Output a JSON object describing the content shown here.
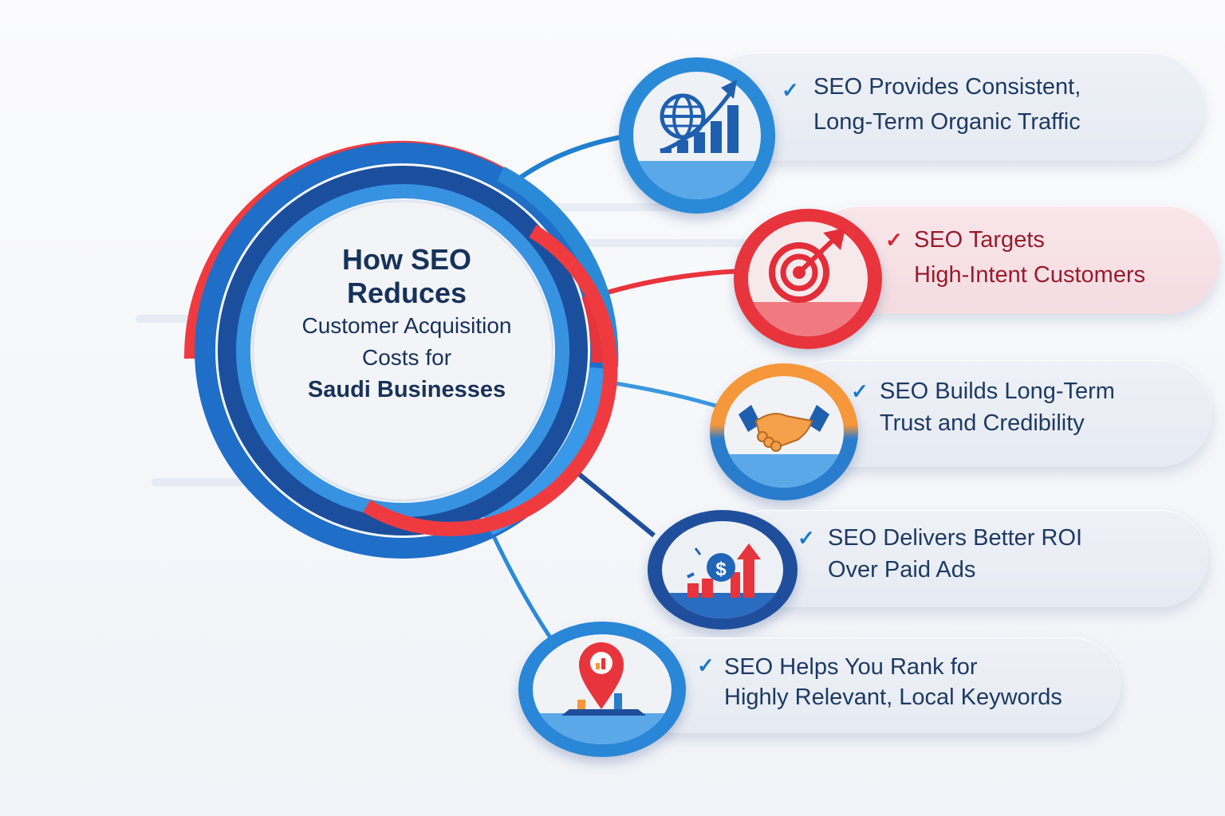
{
  "hub": {
    "title_line1": "How SEO",
    "title_line2": "Reduces",
    "subtitle_line1": "Customer Acquisition",
    "subtitle_line2": "Costs for",
    "subtitle_line3": "Saudi Businesses"
  },
  "items": [
    {
      "line1": "SEO Provides Consistent,",
      "line2": "Long-Term Organic Traffic",
      "icon": "globe-growth-chart-icon",
      "accent": "#2a8ad8",
      "check": "✓"
    },
    {
      "line1": "SEO Targets",
      "line2": "High-Intent Customers",
      "icon": "target-arrow-icon",
      "accent": "#e8343c",
      "check": "✓"
    },
    {
      "line1": "SEO Builds Long-Term",
      "line2": "Trust and Credibility",
      "icon": "handshake-icon",
      "accent": "#f5973a",
      "check": "✓"
    },
    {
      "line1": "SEO Delivers Better ROI",
      "line2": "Over Paid Ads",
      "icon": "dollar-roi-chart-icon",
      "accent": "#1f4f9c",
      "check": "✓"
    },
    {
      "line1": "SEO Helps You Rank for",
      "line2": "Highly Relevant, Local Keywords",
      "icon": "location-pin-chart-icon",
      "accent": "#2a8ad8",
      "check": "✓"
    }
  ],
  "colors": {
    "blue": "#2a8ad8",
    "dark_blue": "#1f4f9c",
    "red": "#e8343c",
    "orange": "#f5973a",
    "text_dark": "#1d3a63",
    "text_red": "#9a1b2d"
  }
}
